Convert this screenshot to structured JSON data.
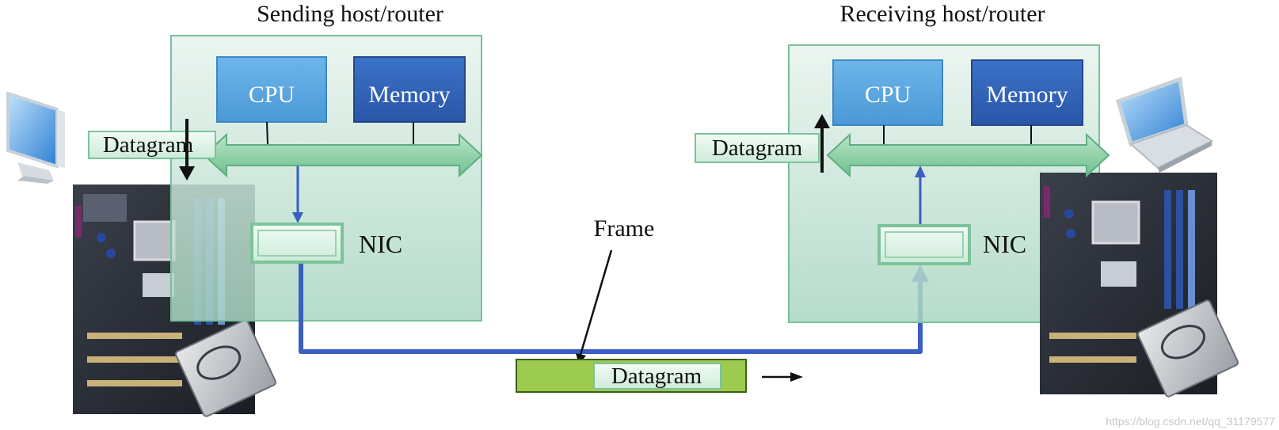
{
  "sending": {
    "title": "Sending host/router",
    "cpu_label": "CPU",
    "memory_label": "Memory",
    "datagram_label": "Datagram",
    "nic_label": "NIC"
  },
  "receiving": {
    "title": "Receiving host/router",
    "cpu_label": "CPU",
    "memory_label": "Memory",
    "datagram_label": "Datagram",
    "nic_label": "NIC"
  },
  "link": {
    "frame_label": "Frame",
    "frame_datagram_label": "Datagram"
  },
  "watermark": "https://blog.csdn.net/qq_31179577",
  "icons": {
    "sender_device": "desktop-monitor-icon",
    "receiver_device": "laptop-icon",
    "motherboard": "motherboard-image",
    "processor": "processor-chip-image"
  },
  "colors": {
    "host_panel": "#cfe6dc",
    "cpu_box": "#5aa9e0",
    "memory_box": "#2f64b8",
    "bus_arrow": "#8fd0a8",
    "link_line": "#3a5fc0",
    "frame_box": "#9ccb50"
  }
}
